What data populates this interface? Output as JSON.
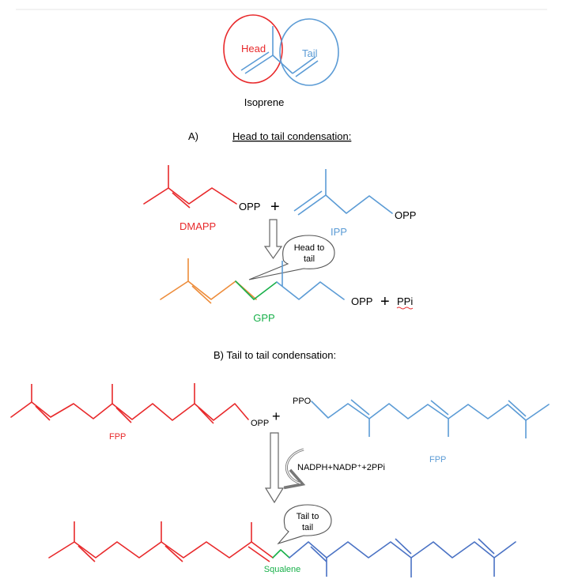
{
  "colors": {
    "red": "#e8292b",
    "blue": "#5b9bd5",
    "green": "#18b04a",
    "orange": "#ed8c3a",
    "squalene_blue": "#4a72c4",
    "black": "#000000",
    "gray": "#888888"
  },
  "isoprene": {
    "head_label": "Head",
    "tail_label": "Tail",
    "name": "Isoprene"
  },
  "section_a": {
    "letter": "A)",
    "title": "Head to tail condensation:",
    "dmapp_label": "DMAPP",
    "dmapp_group": "OPP",
    "plus1": "+",
    "ipp_label": "IPP",
    "ipp_group": "OPP",
    "callout_line1": "Head to",
    "callout_line2": "tail",
    "gpp_group": "OPP",
    "plus2": "+",
    "byproduct": "PPi",
    "gpp_label": "GPP"
  },
  "section_b": {
    "title": "B) Tail to tail condensation:",
    "fpp_left_group": "OPP",
    "plus": "+",
    "fpp_right_group": "PPO",
    "fpp_left_label": "FPP",
    "fpp_right_label": "FPP",
    "cofactors": "NADPH+NADP⁺+2PPi",
    "callout_line1": "Tail to",
    "callout_line2": "tail",
    "product_label": "Squalene"
  }
}
